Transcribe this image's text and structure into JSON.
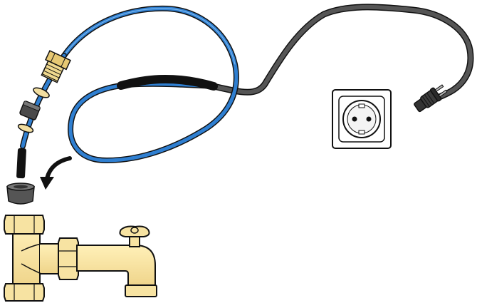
{
  "illustration": {
    "subject": "heating-cable-installation",
    "components": [
      {
        "id": "heating-cable",
        "color": "#2f7fd1"
      },
      {
        "id": "power-cord",
        "color": "#4a4a4a"
      },
      {
        "id": "sleeve",
        "color": "#111111"
      },
      {
        "id": "wall-socket",
        "color": "#ffffff"
      },
      {
        "id": "plug",
        "color": "#3a3a3a"
      },
      {
        "id": "gland-nut",
        "color": "#e6c873"
      },
      {
        "id": "rubber-seal",
        "color": "#4a4a4a"
      },
      {
        "id": "washer",
        "color": "#f2dea0"
      },
      {
        "id": "end-cap",
        "color": "#555555"
      },
      {
        "id": "brass-tee-fitting",
        "color": "#f7e3a2"
      },
      {
        "id": "valve-handle",
        "color": "#f7e3a2"
      }
    ],
    "arrow_icon": "curved-arrow-icon"
  }
}
